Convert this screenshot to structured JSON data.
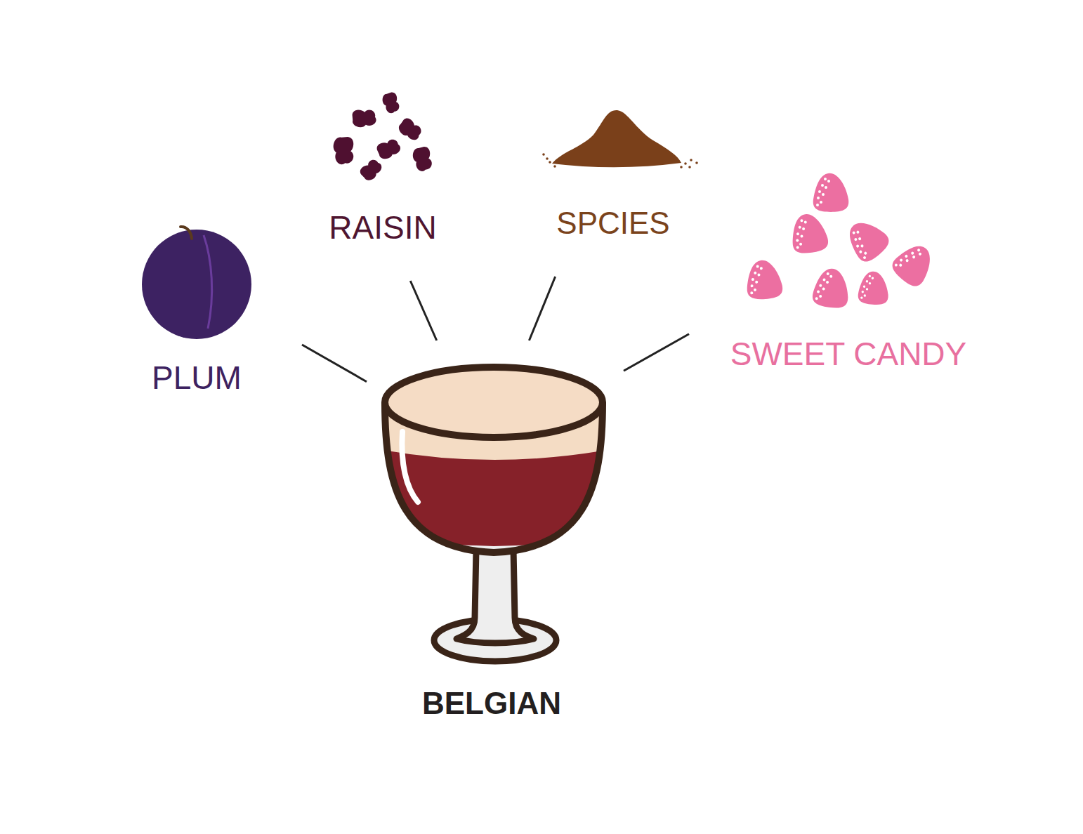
{
  "diagram": {
    "nodes": [
      {
        "text": [
          "PLUM"
        ]
      },
      {
        "text": [
          "RAISIN"
        ]
      },
      {
        "text": [
          "SPCIES"
        ]
      },
      {
        "text": [
          "SWEET CANDY"
        ]
      },
      {
        "text": [
          "BELGIAN"
        ]
      }
    ],
    "edges": [
      {
        "from": 4,
        "to": 0,
        "arrow": "none"
      },
      {
        "from": 4,
        "to": 1,
        "arrow": "none"
      },
      {
        "from": 4,
        "to": 2,
        "arrow": "none"
      },
      {
        "from": 4,
        "to": 3,
        "arrow": "none"
      }
    ]
  }
}
